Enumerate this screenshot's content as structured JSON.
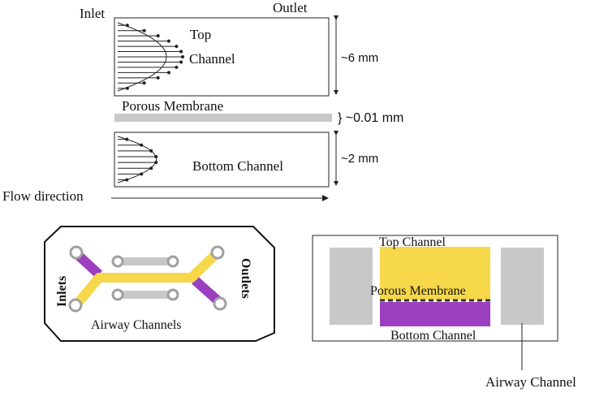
{
  "colors": {
    "top_channel": "#f6d84a",
    "bottom_channel": "#9b3fbf",
    "membrane": "#c8c8c8",
    "airway": "#c8c8c8",
    "port": "#a0a0a0"
  },
  "labels": {
    "inlet": "Inlet",
    "outlet": "Outlet",
    "top_channel": "Top",
    "top_channel_2": "Channel",
    "porous_membrane": "Porous Membrane",
    "bottom_channel": "Bottom Channel",
    "flow_direction": "Flow direction",
    "dim_top": "~6 mm",
    "dim_membrane": "} ~0.01 mm",
    "dim_bottom": "~2 mm",
    "inlets": "Inlets",
    "outlets": "Outlets",
    "airway_channels": "Airway Channels",
    "cs_top_channel": "Top Channel",
    "cs_porous_membrane": "Porous Membrane",
    "cs_bottom_channel": "Bottom Channel",
    "cs_airway_channel": "Airway Channel"
  }
}
